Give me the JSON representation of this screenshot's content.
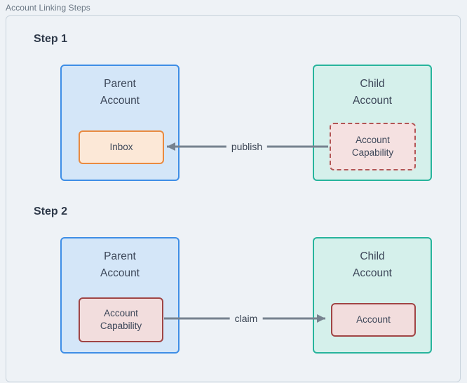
{
  "diagram": {
    "title": "Account Linking Steps"
  },
  "steps": [
    {
      "heading": "Step 1",
      "parent": {
        "title": "Parent\nAccount",
        "inner_label": "Inbox"
      },
      "child": {
        "title": "Child\nAccount",
        "inner_label": "Account\nCapability"
      },
      "arrow_label": "publish",
      "arrow_direction": "child-to-parent"
    },
    {
      "heading": "Step 2",
      "parent": {
        "title": "Parent\nAccount",
        "inner_label": "Account\nCapability"
      },
      "child": {
        "title": "Child\nAccount",
        "inner_label": "Account"
      },
      "arrow_label": "claim",
      "arrow_direction": "parent-to-child"
    }
  ],
  "colors": {
    "canvas_background": "#eef2f6",
    "container_border": "#c9d3dc",
    "parent_fill": "#d4e6f8",
    "parent_border": "#3e8ee6",
    "child_fill": "#d5f0eb",
    "child_border": "#27b49c",
    "inbox_fill": "#fce8d7",
    "inbox_border": "#e98a40",
    "capability_fill": "#f5e1e1",
    "capability_border": "#b25555",
    "account_fill": "#f2dddd",
    "account_border": "#a04545",
    "arrow": "#76828f",
    "heading_text": "#2e3949",
    "box_text": "#3d4759",
    "label_text": "#6b7885"
  }
}
